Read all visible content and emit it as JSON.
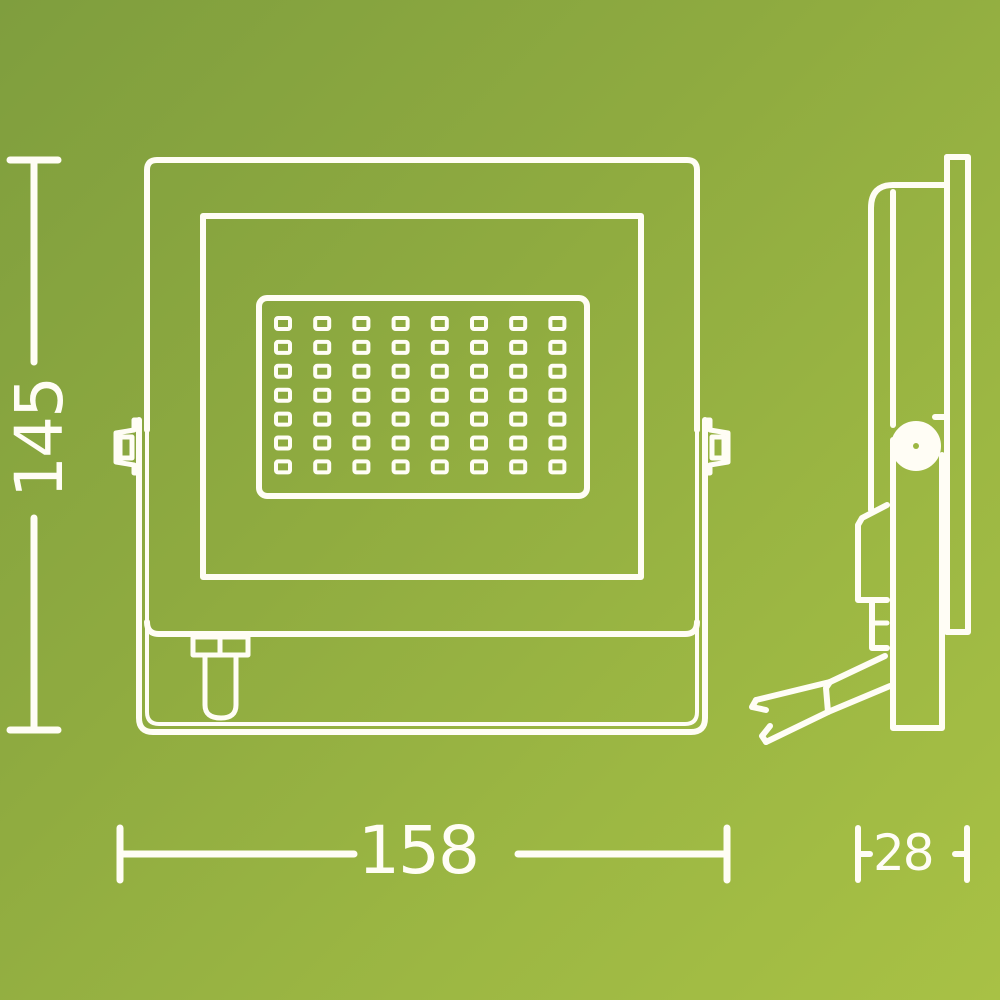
{
  "diagram": {
    "subject": "LED floodlight dimension drawing",
    "units": "mm",
    "colors": {
      "background_start": "#7f9e3e",
      "background_end": "#a8c145",
      "line": "#fffdf5"
    },
    "front_view": {
      "led_grid": {
        "columns": 8,
        "rows": 7,
        "count": 56
      }
    },
    "dimensions": {
      "height": {
        "label": "145",
        "value": 145
      },
      "width": {
        "label": "158",
        "value": 158
      },
      "depth": {
        "label": "28",
        "value": 28
      }
    }
  }
}
